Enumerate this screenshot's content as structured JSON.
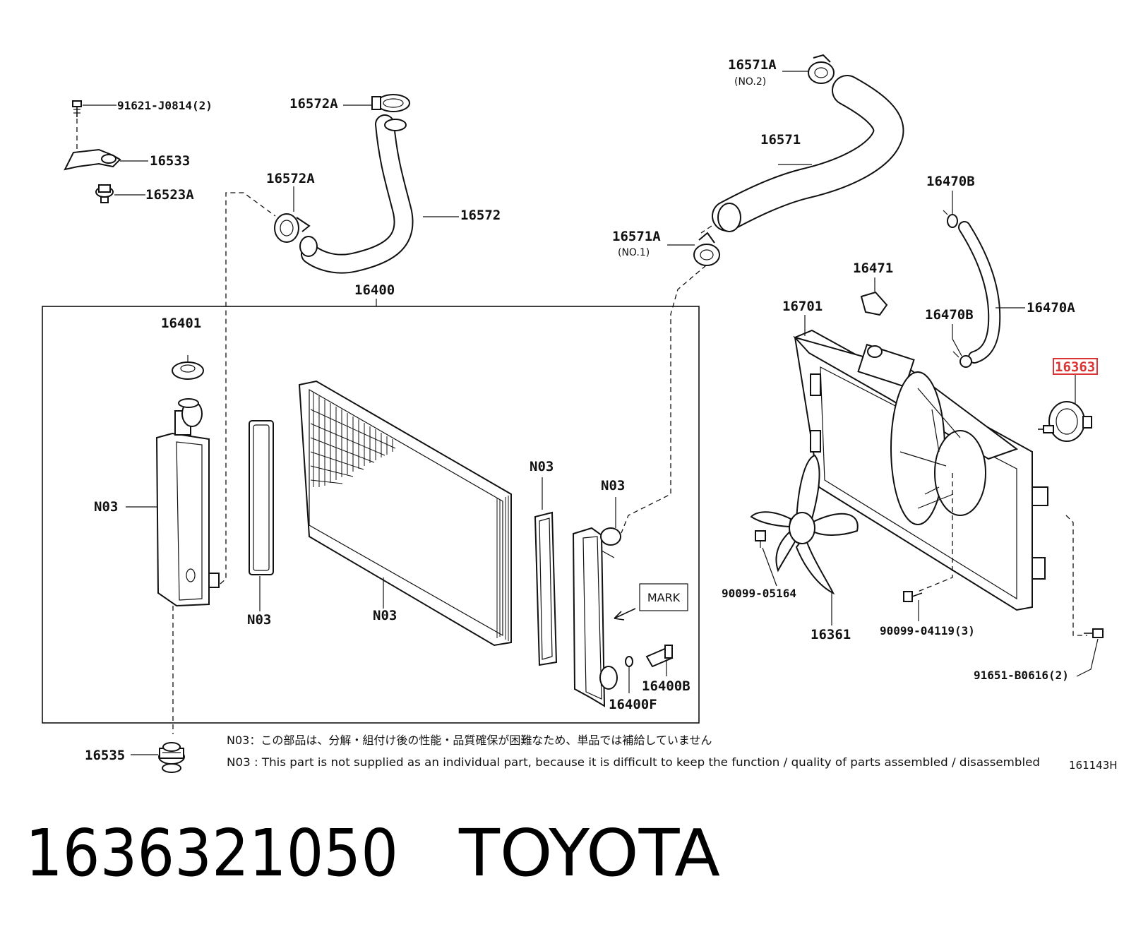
{
  "labels": {
    "bolt_top": "91621-J0814(2)",
    "bracket": "16533",
    "grommet": "16523A",
    "clamp_upper_a": "16572A",
    "clamp_upper_b": "16572A",
    "hose_upper": "16572",
    "clamp_no2": "16571A",
    "clamp_no2_sub": "(NO.2)",
    "hose_lower": "16571",
    "clamp_no1": "16571A",
    "clamp_no1_sub": "(NO.1)",
    "radiator_assy": "16400",
    "cap": "16401",
    "tank_left": "N03",
    "gasket_left": "N03",
    "core": "N03",
    "gasket_right": "N03",
    "tank_right": "N03",
    "mark": "MARK",
    "drain_cock": "16400B",
    "oring": "16400F",
    "cushion": "16535",
    "shroud": "16701",
    "clip": "16471",
    "hose_clip_top": "16470B",
    "hose_small": "16470A",
    "hose_clip_bottom": "16470B",
    "motor": "16363",
    "fan": "16361",
    "nut": "90099-05164",
    "screw": "90099-04119(3)",
    "bolt_right": "91651-B0616(2)"
  },
  "notes": {
    "jp": "N03：この部品は、分解・組付け後の性能・品質確保が困難なため、単品では補給していません",
    "en": "N03 : This part is not supplied as an individual part, because it is difficult to keep the function / quality of parts assembled / disassembled"
  },
  "diagram_code": "161143H",
  "caption": {
    "part_number": "1636321050",
    "brand": "TOYOTA"
  },
  "colors": {
    "highlight": "#d33333",
    "ink": "#111111"
  }
}
